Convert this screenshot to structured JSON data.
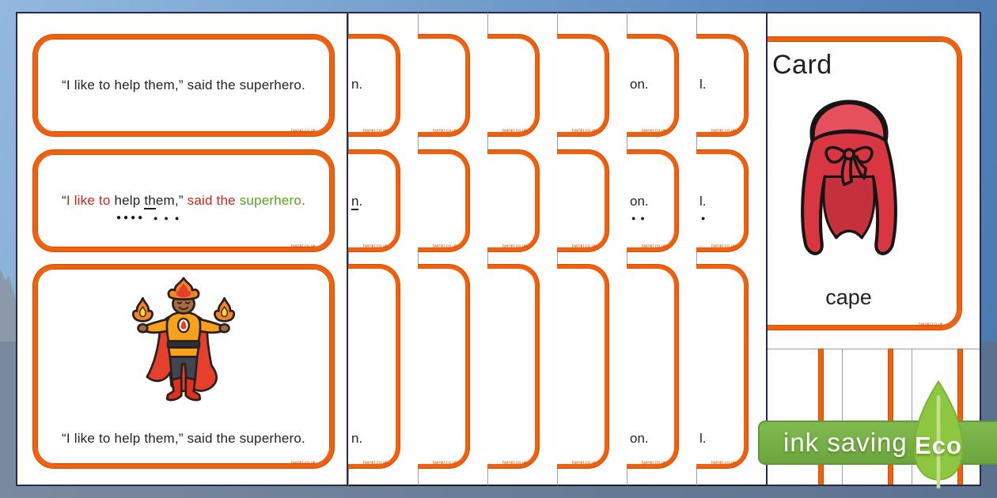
{
  "watermark": "twinkl.co.uk",
  "colors": {
    "ink": "#231f20",
    "red": "#cf2318",
    "green": "#56a31c",
    "card_border_orange": "#f2600d",
    "badge_green": "#76b043",
    "leaf_green": "#8dc63f"
  },
  "page1": {
    "card1": {
      "text": "“I like to help them,” said the superhero."
    },
    "card2": {
      "segments": [
        {
          "t": "“",
          "c": "ink"
        },
        {
          "t": "I like to ",
          "c": "red"
        },
        {
          "t": "help ",
          "c": "ink"
        },
        {
          "t": "th",
          "c": "ink",
          "u": true
        },
        {
          "t": "em,” ",
          "c": "ink"
        },
        {
          "t": "said the ",
          "c": "red"
        },
        {
          "t": "superhero",
          "c": "green"
        },
        {
          "t": ".",
          "c": "red"
        }
      ],
      "sound_buttons": {
        "help": 4,
        "them": 3
      }
    },
    "card3": {
      "text": "“I like to help them,” said the superhero.",
      "image": "superhero-illustration"
    }
  },
  "stack_pages": [
    {
      "card1": "n.",
      "card2": "n.",
      "card2_underline": true,
      "card2_dots": 0,
      "card3": "n."
    },
    {
      "card1": "",
      "card2": "",
      "card2_dots": 0,
      "card3": ""
    },
    {
      "card1": "",
      "card2": "",
      "card2_dots": 0,
      "card3": ""
    },
    {
      "card1": "",
      "card2": "",
      "card2_dots": 0,
      "card3": ""
    },
    {
      "card1": "on.",
      "card2": "on.",
      "card2_dots": 2,
      "card3": "on."
    },
    {
      "card1": "l.",
      "card2": "l.",
      "card2_dots": 1,
      "card3": "l."
    }
  ],
  "page8": {
    "title": "Card",
    "word": "cape",
    "image": "cape-illustration"
  },
  "badge": {
    "label": "ink saving",
    "eco": "Eco",
    "icon": "eco-leaf-icon"
  }
}
